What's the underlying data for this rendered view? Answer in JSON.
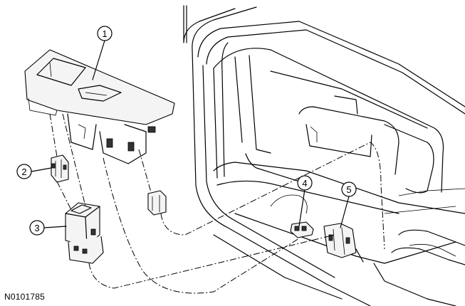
{
  "figure": {
    "id_label": "N0101785"
  },
  "callouts": [
    {
      "number": "1"
    },
    {
      "number": "2"
    },
    {
      "number": "3"
    },
    {
      "number": "4"
    },
    {
      "number": "5"
    }
  ],
  "colors": {
    "ink": "#000000",
    "background": "#ffffff",
    "part_fill": "#f4f4f4"
  }
}
